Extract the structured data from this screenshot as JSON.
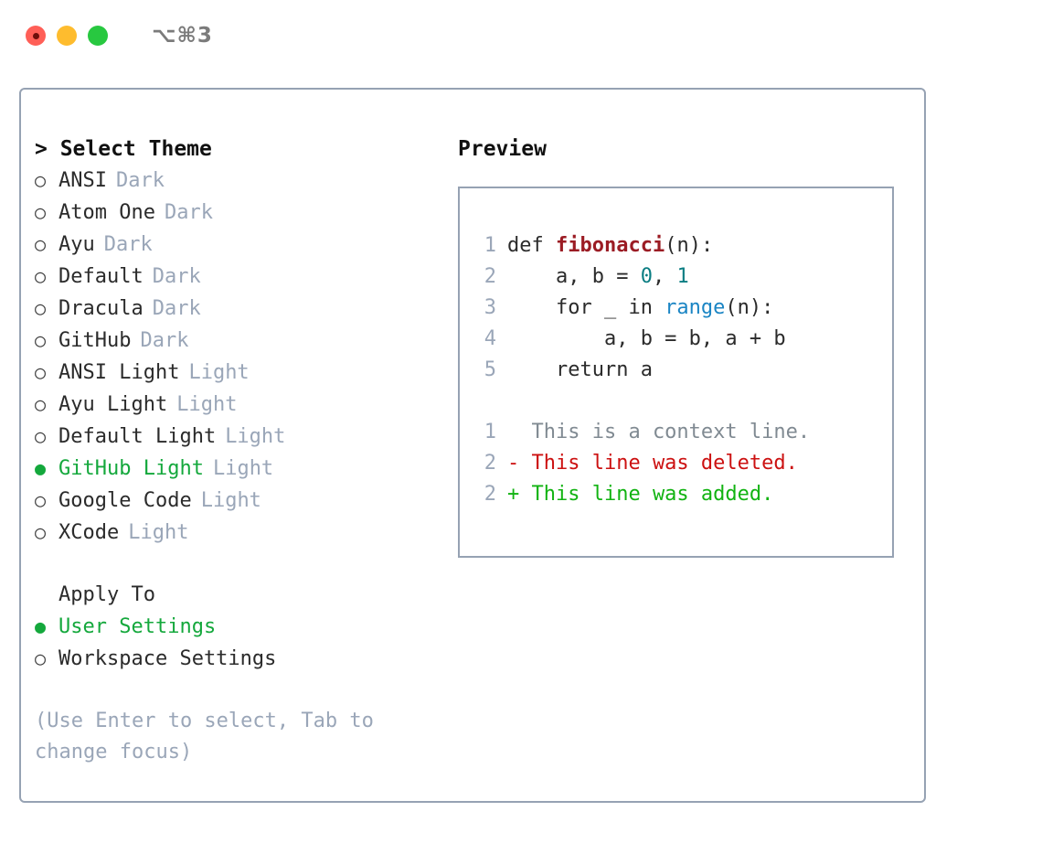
{
  "titlebar": {
    "shortcut": "⌥⌘3",
    "lights": [
      {
        "name": "close",
        "color": "#ff5f57"
      },
      {
        "name": "minimize",
        "color": "#febc2e"
      },
      {
        "name": "maximize",
        "color": "#28c840"
      }
    ]
  },
  "theme_panel": {
    "heading": "> Select Theme",
    "selected_bullet": "●",
    "unselected_bullet": "○",
    "accent_color": "#14a83c",
    "muted_color": "#9aa6b8",
    "items": [
      {
        "label": "ANSI",
        "tag": "Dark",
        "selected": false
      },
      {
        "label": "Atom One",
        "tag": "Dark",
        "selected": false
      },
      {
        "label": "Ayu",
        "tag": "Dark",
        "selected": false
      },
      {
        "label": "Default",
        "tag": "Dark",
        "selected": false
      },
      {
        "label": "Dracula",
        "tag": "Dark",
        "selected": false
      },
      {
        "label": "GitHub",
        "tag": "Dark",
        "selected": false
      },
      {
        "label": "ANSI Light",
        "tag": "Light",
        "selected": false
      },
      {
        "label": "Ayu Light",
        "tag": "Light",
        "selected": false
      },
      {
        "label": "Default Light",
        "tag": "Light",
        "selected": false
      },
      {
        "label": "GitHub Light",
        "tag": "Light",
        "selected": true
      },
      {
        "label": "Google Code",
        "tag": "Light",
        "selected": false
      },
      {
        "label": "XCode",
        "tag": "Light",
        "selected": false
      }
    ]
  },
  "apply_to": {
    "heading": "Apply To",
    "options": [
      {
        "label": "User Settings",
        "selected": true
      },
      {
        "label": "Workspace Settings",
        "selected": false
      }
    ]
  },
  "hint": "(Use Enter to select, Tab to change focus)",
  "preview": {
    "heading": "Preview",
    "code_lines": [
      {
        "no": "1",
        "segments": [
          {
            "text": "def ",
            "type": "plain"
          },
          {
            "text": "fibonacci",
            "type": "fn"
          },
          {
            "text": "(n):",
            "type": "plain"
          }
        ]
      },
      {
        "no": "2",
        "segments": [
          {
            "text": "    a, b = ",
            "type": "plain"
          },
          {
            "text": "0",
            "type": "num"
          },
          {
            "text": ", ",
            "type": "plain"
          },
          {
            "text": "1",
            "type": "num"
          }
        ]
      },
      {
        "no": "3",
        "segments": [
          {
            "text": "    for _ in ",
            "type": "plain"
          },
          {
            "text": "range",
            "type": "call"
          },
          {
            "text": "(n):",
            "type": "plain"
          }
        ]
      },
      {
        "no": "4",
        "segments": [
          {
            "text": "        a, b = b, a + b",
            "type": "plain"
          }
        ]
      },
      {
        "no": "5",
        "segments": [
          {
            "text": "    return a",
            "type": "plain"
          }
        ]
      }
    ],
    "diff_lines": [
      {
        "no": "1",
        "marker": "  ",
        "text": "  This is a context line.",
        "kind": "ctx"
      },
      {
        "no": "2",
        "marker": "- ",
        "text": "- This line was deleted.",
        "kind": "del"
      },
      {
        "no": "2",
        "marker": "+ ",
        "text": "+ This line was added.",
        "kind": "add"
      }
    ],
    "colors": {
      "function": "#9b1c24",
      "number": "#0a7d82",
      "call": "#1b85c4",
      "context": "#808a92",
      "deleted": "#cc1111",
      "added": "#12b312"
    }
  }
}
